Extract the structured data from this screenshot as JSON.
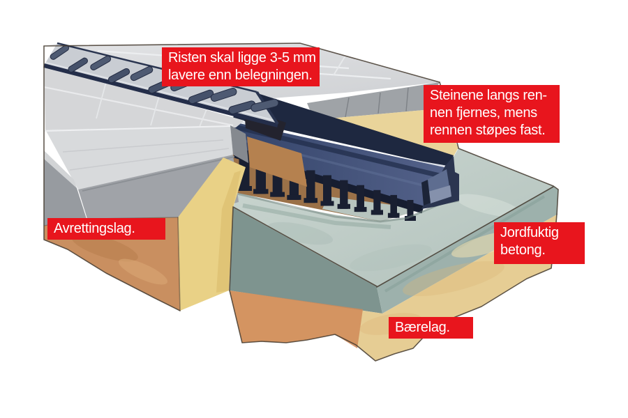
{
  "title": "Drainage channel installation cross-section illustration",
  "labels": {
    "risten": {
      "line1": "Risten skal ligge 3-5 mm",
      "line2": "lavere enn belegningen."
    },
    "steinene": {
      "line1": "Steinene langs ren-",
      "line2": "nen fjernes, mens",
      "line3": "rennen støpes fast."
    },
    "avrettingslag": {
      "text": "Avrettingslag."
    },
    "jordfuktig": {
      "line1": "Jordfuktig",
      "line2": "betong."
    },
    "baerelag": {
      "text": "Bærelag."
    }
  },
  "colors": {
    "label_red": "#e8151d",
    "label_text": "#ffffff",
    "paver_top": "#d5d6d8",
    "paver_face": "#a0a3a8",
    "grate_frame": "#c9cdd3",
    "grate_slot": "#4e5a72",
    "channel_navy": "#3c4c6d",
    "channel_dark": "#1f2942",
    "channel_rib": "#191f31",
    "concrete": "#c3cfc9",
    "bedding_sand": "#e9d49a",
    "sand_left": "#c98f60",
    "sand_wedge": "#e9d186",
    "baerelag_tan": "#e6cd94",
    "baerelag_orange": "#d08a58"
  },
  "illustration": {
    "grate_slot_count": 11,
    "channel_rib_count": 11
  }
}
